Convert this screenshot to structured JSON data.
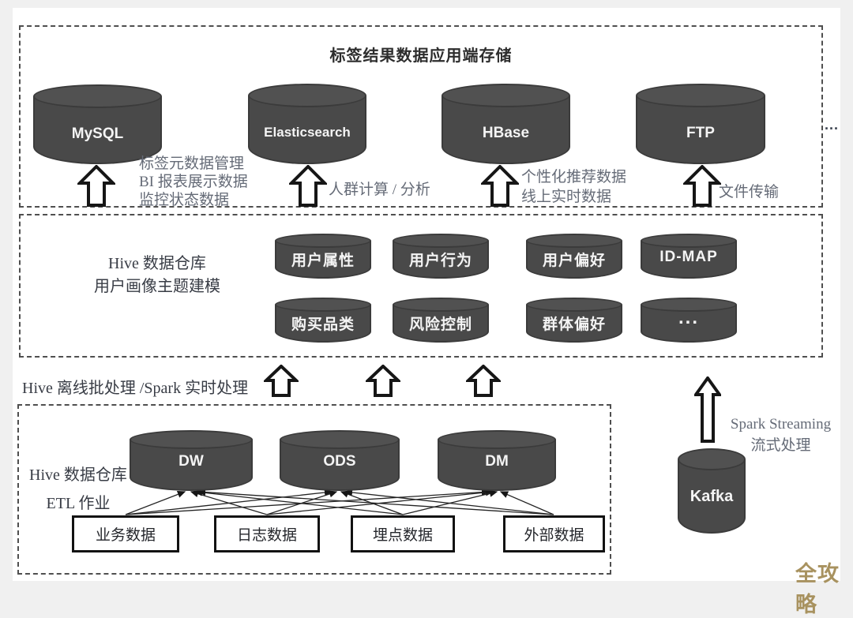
{
  "top_section": {
    "title": "标签结果数据应用端存储",
    "stores": [
      {
        "label": "MySQL",
        "notes": [
          "标签元数据管理",
          "BI 报表展示数据",
          "监控状态数据"
        ]
      },
      {
        "label": "Elasticsearch",
        "notes": [
          "人群计算 / 分析"
        ]
      },
      {
        "label": "HBase",
        "notes": [
          "个性化推荐数据",
          "线上实时数据"
        ]
      },
      {
        "label": "FTP",
        "notes": [
          "文件传输"
        ]
      }
    ],
    "more_indicator": "..."
  },
  "hive_modeling_section": {
    "label_line1": "Hive 数据仓库",
    "label_line2": "用户画像主题建模",
    "topics": [
      "用户属性",
      "用户行为",
      "用户偏好",
      "ID-MAP",
      "购买品类",
      "风险控制",
      "群体偏好",
      "..."
    ]
  },
  "processing_label": "Hive 离线批处理 /Spark 实时处理",
  "hive_etl_section": {
    "label_line1": "Hive 数据仓库",
    "label_line2": "ETL 作业",
    "warehouses": [
      "DW",
      "ODS",
      "DM"
    ],
    "sources": [
      "业务数据",
      "日志数据",
      "埋点数据",
      "外部数据"
    ]
  },
  "streaming": {
    "queue": "Kafka",
    "note_line1": "Spark Streaming",
    "note_line2": "流式处理"
  },
  "watermark": "全攻略",
  "colors": {
    "cylinder_fill": "#494949",
    "cylinder_top": "#515151",
    "dashed_border": "#4f4f4f",
    "note_text": "#656b77",
    "watermark_gold": "#a8925f",
    "page_background": "#ffffff",
    "outer_background": "#f0f0f0"
  }
}
